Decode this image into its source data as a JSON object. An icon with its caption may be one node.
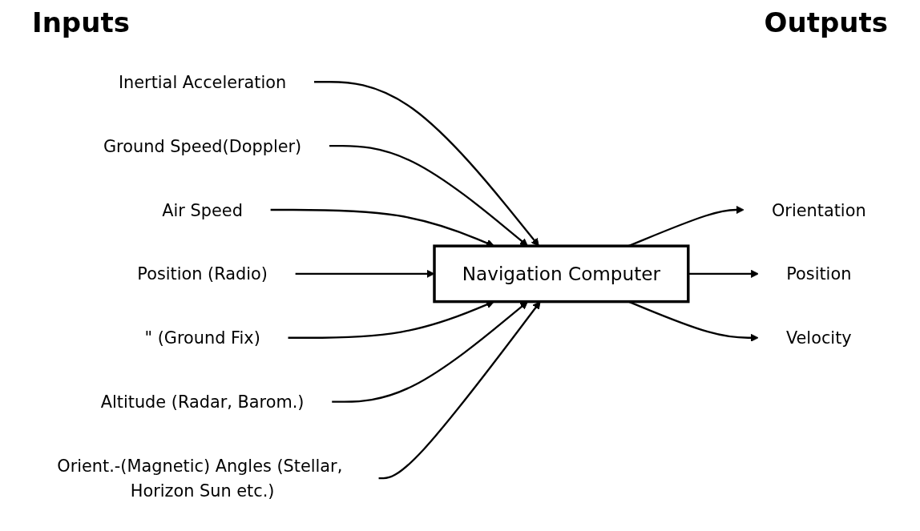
{
  "diagram": {
    "nodes": [
      {
        "text": [
          "Inertial Acceleration"
        ]
      },
      {
        "text": [
          "Ground Speed(Doppler)"
        ]
      },
      {
        "text": [
          "Air Speed"
        ]
      },
      {
        "text": [
          "Position (Radio)"
        ]
      },
      {
        "text": [
          "\"      (Ground Fix)"
        ]
      },
      {
        "text": [
          "Altitude (Radar, Barom.)"
        ]
      },
      {
        "text": [
          "Orient.-(Magnetic) Angles (Stellar, Horizon Sun etc.)"
        ]
      },
      {
        "text": [
          "Navigation Computer"
        ]
      },
      {
        "text": [
          "Orientation"
        ]
      },
      {
        "text": [
          "Position"
        ]
      },
      {
        "text": [
          "Velocity"
        ]
      }
    ],
    "edges": [
      {
        "from": 0,
        "to": 7,
        "arrow": "to"
      },
      {
        "from": 1,
        "to": 7,
        "arrow": "to"
      },
      {
        "from": 2,
        "to": 7,
        "arrow": "to"
      },
      {
        "from": 3,
        "to": 7,
        "arrow": "to"
      },
      {
        "from": 4,
        "to": 7,
        "arrow": "to"
      },
      {
        "from": 5,
        "to": 7,
        "arrow": "to"
      },
      {
        "from": 6,
        "to": 7,
        "arrow": "to"
      },
      {
        "from": 7,
        "to": 8,
        "arrow": "to"
      },
      {
        "from": 7,
        "to": 9,
        "arrow": "to"
      },
      {
        "from": 7,
        "to": 10,
        "arrow": "to"
      }
    ],
    "labels": [
      "Inputs",
      "Outputs"
    ]
  }
}
